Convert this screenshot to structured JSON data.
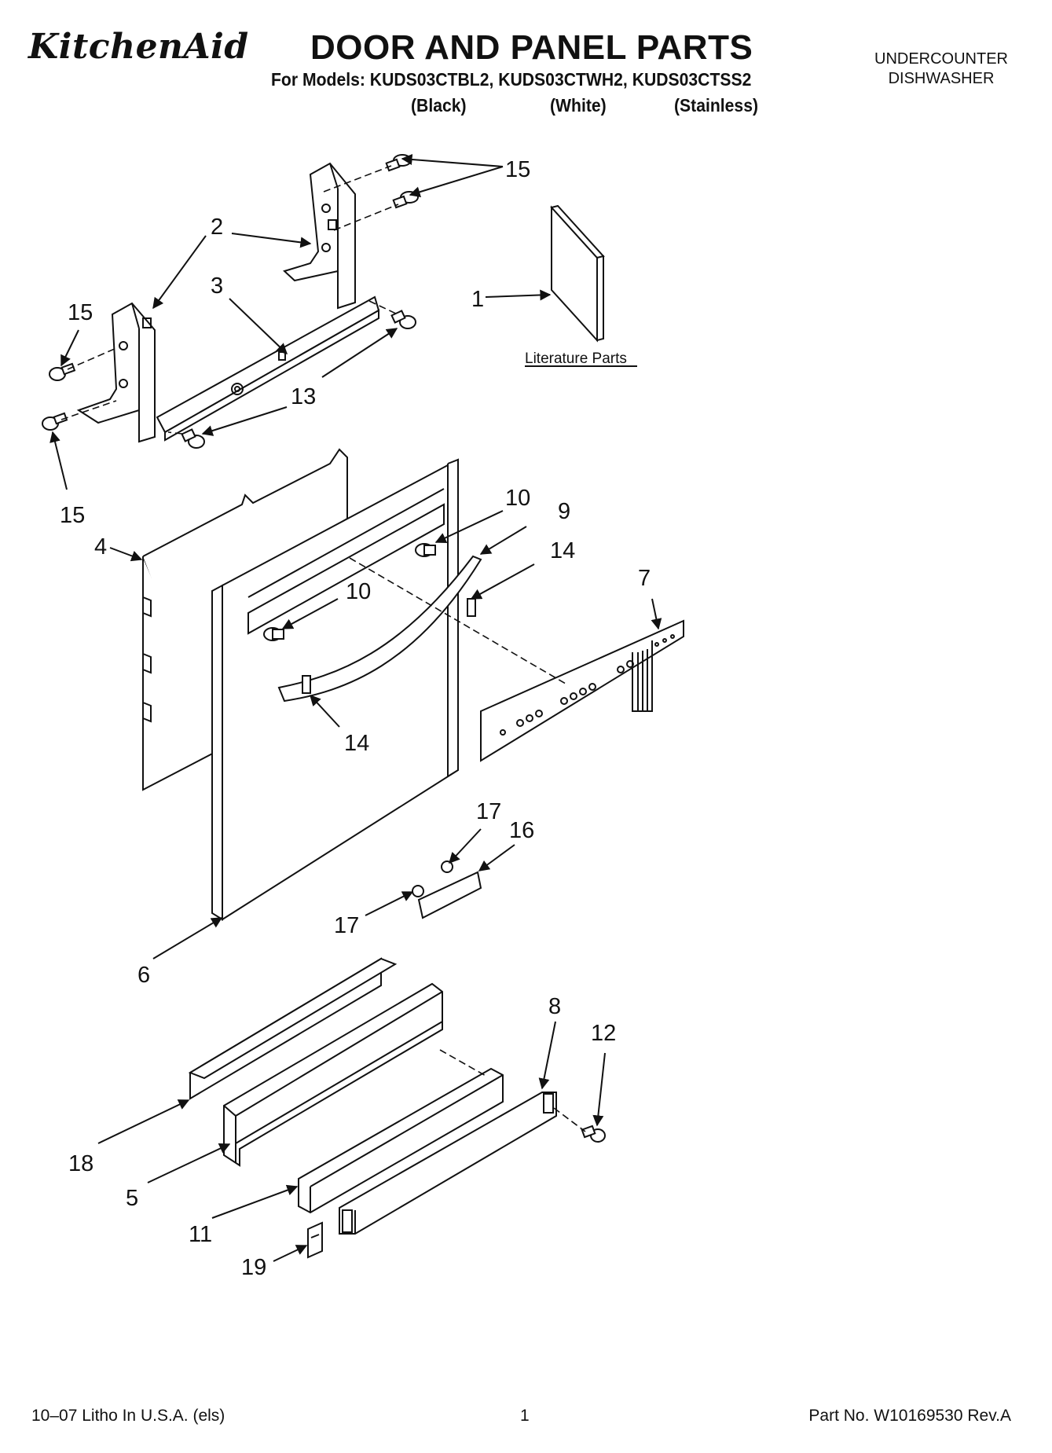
{
  "header": {
    "brand": "KitchenAid",
    "title": "DOOR AND PANEL PARTS",
    "models_line": "For Models: KUDS03CTBL2, KUDS03CTWH2, KUDS03CTSS2",
    "variants": [
      "(Black)",
      "(White)",
      "(Stainless)"
    ],
    "product_type_line1": "UNDERCOUNTER",
    "product_type_line2": "DISHWASHER"
  },
  "diagram": {
    "literature_label": "Literature Parts",
    "callouts": {
      "c1": "1",
      "c2": "2",
      "c3": "3",
      "c4": "4",
      "c5": "5",
      "c6": "6",
      "c7": "7",
      "c8": "8",
      "c9": "9",
      "c10a": "10",
      "c10b": "10",
      "c11": "11",
      "c12": "12",
      "c13": "13",
      "c14a": "14",
      "c14b": "14",
      "c15a": "15",
      "c15b": "15",
      "c15c": "15",
      "c16": "16",
      "c17a": "17",
      "c17b": "17",
      "c18": "18",
      "c19": "19"
    }
  },
  "footer": {
    "left": "10–07 Litho In U.S.A. (els)",
    "page": "1",
    "right": "Part No. W10169530 Rev.A"
  }
}
